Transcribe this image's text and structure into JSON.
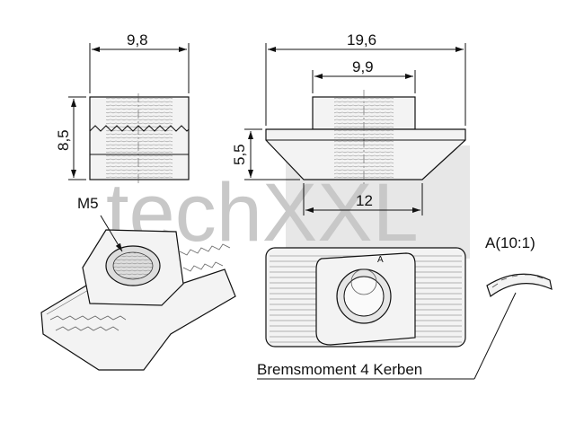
{
  "watermark": "techXXL",
  "dimensions": {
    "front_width": "9,8",
    "front_height": "8,5",
    "side_width": "19,6",
    "side_top_width": "9,9",
    "side_height": "5,5",
    "side_bottom_width": "12"
  },
  "labels": {
    "thread": "M5",
    "detail_ref": "A",
    "detail_scale": "A(10:1)",
    "note": "Bremsmoment 4 Kerben"
  }
}
